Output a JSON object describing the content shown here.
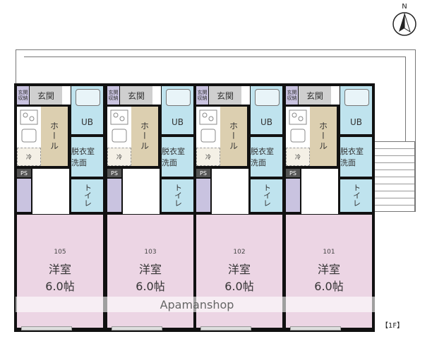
{
  "compass": {
    "label": "N"
  },
  "floor_label": "【1F】",
  "watermark": "Apamanshop",
  "room_labels": {
    "storage": "玄関\n収納",
    "genkan": "玄関",
    "hall": "ホール",
    "fridge": "冷",
    "ub": "UB",
    "wash": "脱衣室 洗面",
    "toilet": "トイレ",
    "ps": "PS"
  },
  "units": [
    {
      "number": "105",
      "room_type": "洋室",
      "size": "6.0帖"
    },
    {
      "number": "103",
      "room_type": "洋室",
      "size": "6.0帖"
    },
    {
      "number": "102",
      "room_type": "洋室",
      "size": "6.0帖"
    },
    {
      "number": "101",
      "room_type": "洋室",
      "size": "6.0帖"
    }
  ],
  "colors": {
    "western_room": "#ecd5e4",
    "wet_area": "#bfe3ee",
    "hall": "#dccfb0",
    "storage": "#c9c3e0"
  }
}
